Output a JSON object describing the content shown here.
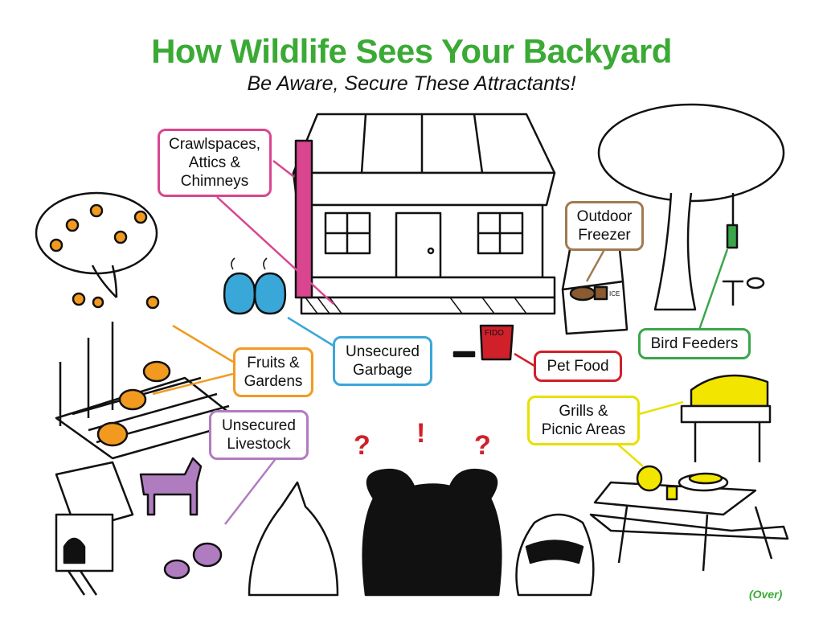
{
  "header": {
    "title": "How Wildlife Sees Your Backyard",
    "subtitle": "Be Aware, Secure These Attractants!"
  },
  "callouts": [
    {
      "id": "crawlspaces",
      "lines": [
        "Crawlspaces,",
        "Attics &",
        "Chimneys"
      ],
      "color": "#d9468f"
    },
    {
      "id": "freezer",
      "lines": [
        "Outdoor",
        "Freezer"
      ],
      "color": "#a07a52"
    },
    {
      "id": "fruits",
      "lines": [
        "Fruits &",
        "Gardens"
      ],
      "color": "#f29a1f"
    },
    {
      "id": "garbage",
      "lines": [
        "Unsecured",
        "Garbage"
      ],
      "color": "#3aa7d9"
    },
    {
      "id": "petfood",
      "lines": [
        "Pet Food"
      ],
      "color": "#d0202a"
    },
    {
      "id": "birdfeeders",
      "lines": [
        "Bird Feeders"
      ],
      "color": "#3aa64a"
    },
    {
      "id": "grills",
      "lines": [
        "Grills &",
        "Picnic Areas"
      ],
      "color": "#e8e000"
    },
    {
      "id": "livestock",
      "lines": [
        "Unsecured",
        "Livestock"
      ],
      "color": "#b07cc0"
    }
  ],
  "labels": {
    "pet_bag": "FIDO",
    "ice_bag": "ICE",
    "question_left": "?",
    "exclaim": "!",
    "question_right": "?",
    "footer": "(Over)"
  }
}
